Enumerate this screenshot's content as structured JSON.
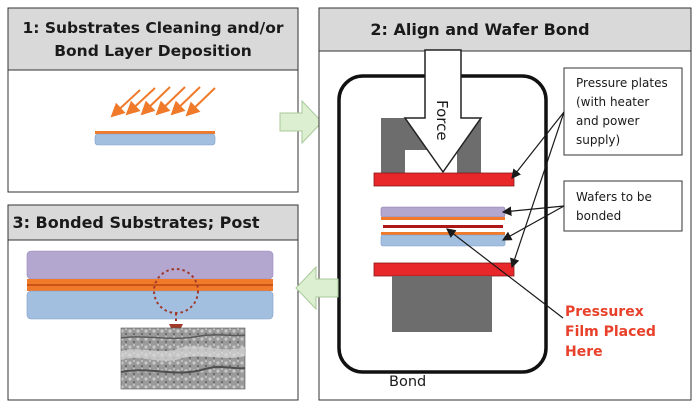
{
  "panel1": {
    "title_line1": "1: Substrates Cleaning and/or",
    "title_line2": "Bond Layer Deposition"
  },
  "panel2": {
    "title": "2: Align and Wafer Bond",
    "force_label": "Force",
    "bond_label": "Bond"
  },
  "panel3": {
    "title": "3: Bonded Substrates; Post"
  },
  "callouts": {
    "pressure_plates": [
      "Pressure plates",
      "(with heater",
      "and power",
      "supply)"
    ],
    "wafers": [
      "Wafers to be",
      "bonded"
    ],
    "pressurex": [
      "Pressurex",
      "Film Placed",
      "Here"
    ]
  },
  "colors": {
    "panel_header": "#d9d9d9",
    "wafer_purple": "#b3a6cf",
    "wafer_blue": "#a3bfe0",
    "bond_orange": "#f07a2a",
    "plate_red": "#e8272b",
    "chuck_gray": "#6d6d6d",
    "flow_arrow": "#dcefd0",
    "pressurex_text": "#e8402a"
  }
}
